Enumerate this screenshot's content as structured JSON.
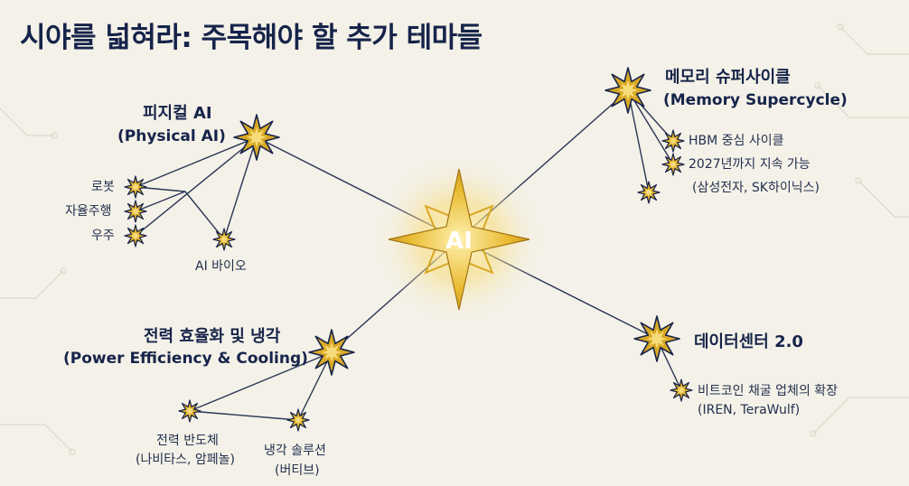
{
  "title": "시야를 넓혀라: 주목해야 할 추가 테마들",
  "center": {
    "label": "AI"
  },
  "themes": {
    "physical": {
      "name": "피지컬 AI",
      "english": "(Physical AI)"
    },
    "memory": {
      "name": "메모리 슈퍼사이클",
      "english": "(Memory Supercycle)"
    },
    "power": {
      "name": "전력 효율화 및 냉각",
      "english": "(Power Efficiency & Cooling)"
    },
    "datacenter": {
      "name": "데이터센터 2.0"
    }
  },
  "subtopics": {
    "robot": "로봇",
    "autonomous": "자율주행",
    "space": "우주",
    "ai_bio": "AI 바이오",
    "hbm": "HBM 중심 사이클",
    "sustain": "2027년까지 지속 가능",
    "samsung": "(삼성전자, SK하이닉스)",
    "power_semi": "전력 반도체",
    "power_semi_co": "(나비타스, 암페놀)",
    "cooling": "냉각 솔루션",
    "cooling_co": "(버티브)",
    "bitcoin": "비트코인 채굴 업체의 확장",
    "bitcoin_co": "(IREN, TeraWulf)"
  },
  "colors": {
    "navy": "#16244a",
    "gold": "#d9a823",
    "gold_light": "#f4d572",
    "background": "#f4f1e8",
    "line": "#2a3656"
  }
}
